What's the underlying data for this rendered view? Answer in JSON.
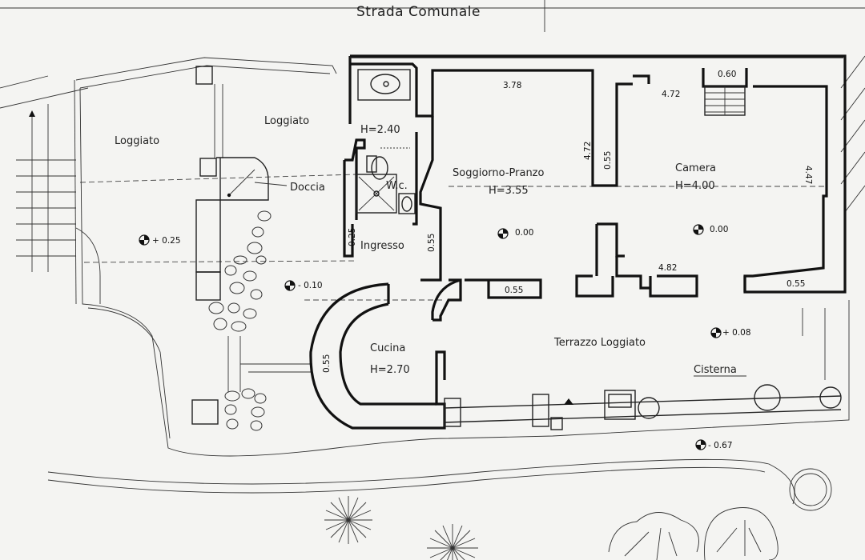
{
  "street": "Strada Comunale",
  "rooms": {
    "loggiato_left": "Loggiato",
    "loggiato_mid": "Loggiato",
    "doccia": "Doccia",
    "wc_height": "H=2.40",
    "wc": "W.c.",
    "ingresso": "Ingresso",
    "soggiorno": "Soggiorno-Pranzo",
    "soggiorno_height": "H=3.55",
    "camera": "Camera",
    "camera_height": "H=4.00",
    "cucina": "Cucina",
    "cucina_height": "H=2.70",
    "terrazzo": "Terrazzo Loggiato",
    "cisterna": "Cisterna"
  },
  "levels": {
    "loggiato": "+ 0.25",
    "loggiato_mid": "- 0.10",
    "soggiorno": "0.00",
    "camera": "0.00",
    "terrazzo": "+ 0.08",
    "garden": "- 0.67"
  },
  "dimensions": {
    "soggiorno_width": "3.78",
    "soggiorno_depth": "4.72",
    "wall_055_a": "0.55",
    "camera_width": "4.72",
    "stair_060": "0.60",
    "camera_depth": "4.47",
    "wall_025": "0.25",
    "wall_055_b": "0.55",
    "wall_055_c": "0.55",
    "camera_bottom": "4.82",
    "wall_055_d": "0.55",
    "wall_055_e": "0.55"
  }
}
